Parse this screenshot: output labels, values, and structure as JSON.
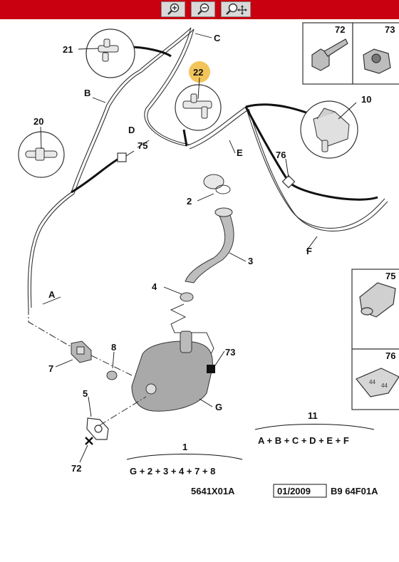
{
  "toolbar": {
    "buttons": [
      {
        "name": "zoom-in",
        "icon": "zoom-in-icon"
      },
      {
        "name": "zoom-out",
        "icon": "zoom-out-icon"
      },
      {
        "name": "zoom-pan",
        "icon": "zoom-pan-icon"
      }
    ],
    "bg_color": "#c8000f"
  },
  "callouts": {
    "p1": "1",
    "p2": "2",
    "p3": "3",
    "p4": "4",
    "p5": "5",
    "p7": "7",
    "p8": "8",
    "p10": "10",
    "p11": "11",
    "p20": "20",
    "p21": "21",
    "p22": "22",
    "p72": "72",
    "p72b": "72",
    "p73": "73",
    "p73b": "73",
    "p75": "75",
    "p75b": "75",
    "p76": "76",
    "p76b": "76",
    "hA": "A",
    "hB": "B",
    "hC": "C",
    "hD": "D",
    "hE": "E",
    "hF": "F",
    "hG": "G"
  },
  "highlight_color": "#f2c45a",
  "formulas": {
    "f11": "A + B + C + D + E + F",
    "f1": "G + 2 + 3 + 4 + 7 + 8"
  },
  "reference": {
    "code": "5641X01A",
    "date": "01/2009",
    "suffix": "B9 64F01A"
  }
}
